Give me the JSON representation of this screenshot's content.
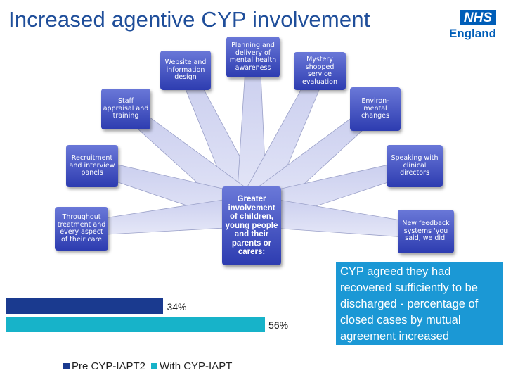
{
  "title": "Increased agentive CYP involvement",
  "logo": {
    "badge": "NHS",
    "name": "England"
  },
  "hub": {
    "label": "Greater involvement of children, young people and their parents or carers:"
  },
  "nodes": [
    {
      "label": "Website and information design"
    },
    {
      "label": "Planning and delivery of mental health awareness"
    },
    {
      "label": "Mystery shopped service evaluation"
    },
    {
      "label": "Staff appraisal and training"
    },
    {
      "label": "Environ-mental changes"
    },
    {
      "label": "Recruitment and interview panels"
    },
    {
      "label": "Speaking with clinical directors"
    },
    {
      "label": "Throughout treatment and every aspect of their care"
    },
    {
      "label": "New feedback systems 'you said, we did'"
    }
  ],
  "info_box": {
    "text": "CYP agreed they had recovered sufficiently to be discharged - percentage of closed cases by mutual agreement increased"
  },
  "colors": {
    "title": "#1f4e9a",
    "node": "#2d3cb0",
    "info_box": "#1b98d5",
    "pre": "#1a3a8f",
    "with": "#17b3c9"
  },
  "chart_data": {
    "type": "bar",
    "orientation": "horizontal",
    "categories": [
      ""
    ],
    "series": [
      {
        "name": "Pre CYP-IAPT2",
        "values": [
          34
        ],
        "label": "34%",
        "color": "#1a3a8f"
      },
      {
        "name": "With CYP-IAPT",
        "values": [
          56
        ],
        "label": "56%",
        "color": "#17b3c9"
      }
    ],
    "xlim": [
      0,
      60
    ],
    "legend": "bottom",
    "grid": false
  }
}
